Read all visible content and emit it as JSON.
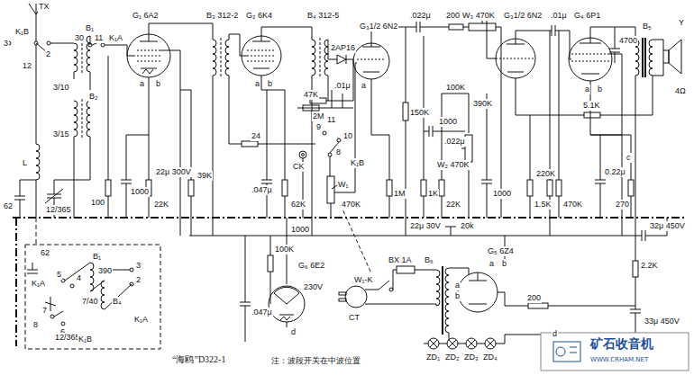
{
  "diagram": {
    "caption": "“海鸥”D322-1",
    "labels": [
      "TX",
      "3",
      "K₁B",
      "2",
      "12",
      "B₁",
      "30",
      "11",
      "K₁A",
      "3/10",
      "B₂",
      "3/15",
      "L",
      "62",
      "G₁ 6A2",
      "a",
      "b",
      "100",
      "1000",
      "22K",
      "12/365",
      "22μ 300V",
      "39K",
      "B₃ 312-2",
      "G₂ 6K4",
      "a",
      "b",
      "B₄ 312-5",
      "2AP16",
      "47K",
      ".01μ",
      "2M",
      "24",
      "9",
      "11",
      "10",
      "8",
      "K₁B",
      "CK",
      "W₁",
      "470K",
      ".047μ",
      "62K",
      "G₃1/2 6N2",
      "a",
      ".022μ",
      "200",
      "W₃ 470K",
      "150K",
      "1M",
      "1K",
      "22K",
      "22μ 30V",
      "100K",
      "1000",
      "W₂ 470K",
      ".022μ",
      "20k",
      "390K",
      "1000",
      "G₃1/2 6N2",
      "1.5K",
      "220K",
      ".01μ",
      "G₄ 6P1",
      "a",
      "b",
      "5.1K",
      "470K",
      "0.22μ",
      "270",
      "c",
      "4700",
      "B₅",
      "Y",
      "4Ω",
      "32μ 450V",
      "G₆ 6E2",
      "100K",
      "1000",
      "d",
      ".047μ",
      "G₅ 6Z4",
      "a",
      "b",
      "a",
      "b",
      "BX 1A",
      "W₁-K",
      "B₆",
      "230V",
      "CT",
      "200",
      "2.2K",
      "33μ 450V",
      "d",
      "ZD₁",
      "ZD₂",
      "ZD₃",
      "ZD₄",
      "注：波段开关在中波位置",
      "62",
      "K₁A",
      "5",
      "390",
      "B₁",
      "4",
      "3",
      "2",
      "7/40",
      "B₄",
      "K₁A",
      "7",
      "6",
      "12/365",
      "8",
      "K₁B",
      "矿石收音机",
      "WWW.CRHAM.NET"
    ]
  }
}
